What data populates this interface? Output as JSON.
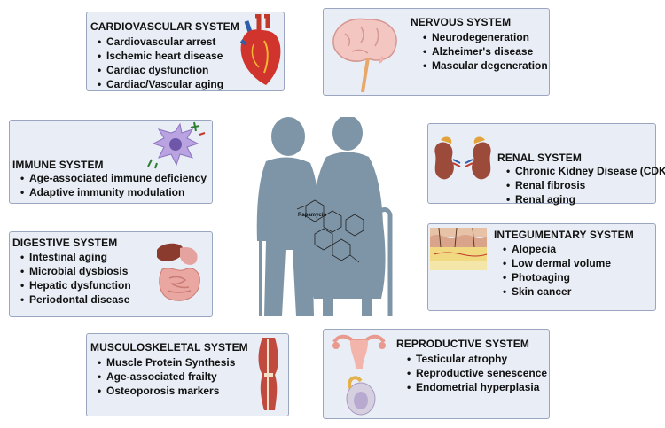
{
  "central": {
    "molecule_label": "Rapamycin"
  },
  "systems": [
    {
      "id": "cardiovascular",
      "title": "CARDIOVASCULAR SYSTEM",
      "items": [
        "Cardiovascular arrest",
        "Ischemic heart disease",
        "Cardiac dysfunction",
        "Cardiac/Vascular aging"
      ]
    },
    {
      "id": "nervous",
      "title": "NERVOUS SYSTEM",
      "items": [
        "Neurodegeneration",
        "Alzheimer's disease",
        "Mascular degeneration"
      ]
    },
    {
      "id": "immune",
      "title": "IMMUNE SYSTEM",
      "items": [
        "Age-associated immune deficiency",
        "Adaptive  immunity modulation"
      ]
    },
    {
      "id": "renal",
      "title": "RENAL SYSTEM",
      "items": [
        "Chronic Kidney Disease (CDK)",
        "Renal fibrosis",
        "Renal aging"
      ]
    },
    {
      "id": "digestive",
      "title": "DIGESTIVE SYSTEM",
      "items": [
        "Intestinal aging",
        "Microbial dysbiosis",
        "Hepatic dysfunction",
        "Periodontal disease"
      ]
    },
    {
      "id": "integumentary",
      "title": "INTEGUMENTARY SYSTEM",
      "items": [
        "Alopecia",
        "Low dermal volume",
        "Photoaging",
        "Skin cancer"
      ]
    },
    {
      "id": "musculoskeletal",
      "title": "MUSCULOSKELETAL SYSTEM",
      "items": [
        "Muscle Protein Synthesis",
        "Age-associated frailty",
        "Osteoporosis markers"
      ]
    },
    {
      "id": "reproductive",
      "title": "REPRODUCTIVE SYSTEM",
      "items": [
        "Testicular atrophy",
        "Reproductive senescence",
        "Endometrial hyperplasia"
      ]
    }
  ],
  "colors": {
    "box_fill": "#e9edf5",
    "box_border": "#9aa6bd",
    "figure": "#7e95a7"
  }
}
